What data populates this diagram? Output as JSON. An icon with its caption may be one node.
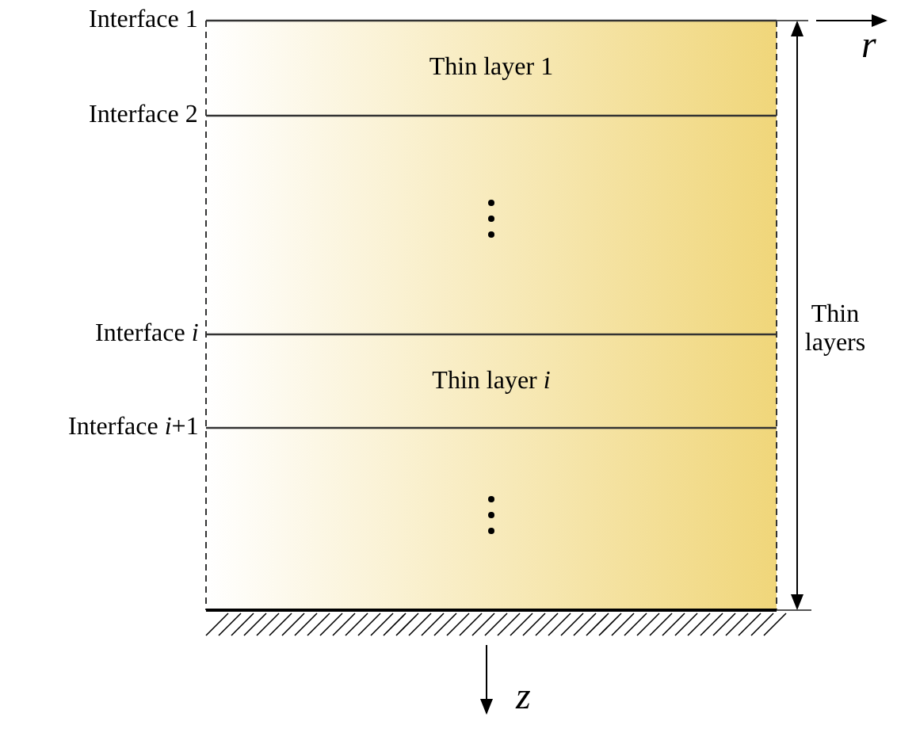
{
  "diagram": {
    "nodes": [
      {
        "text": [
          "Thin layer 1"
        ]
      },
      {
        "text": [
          "Thin layer *i*"
        ]
      }
    ],
    "edges": [],
    "labels": [
      "Interface 1",
      "Interface 2",
      "Interface *i*",
      "Interface *i*+1",
      "Thin layers",
      "*r*",
      "*z*"
    ]
  }
}
